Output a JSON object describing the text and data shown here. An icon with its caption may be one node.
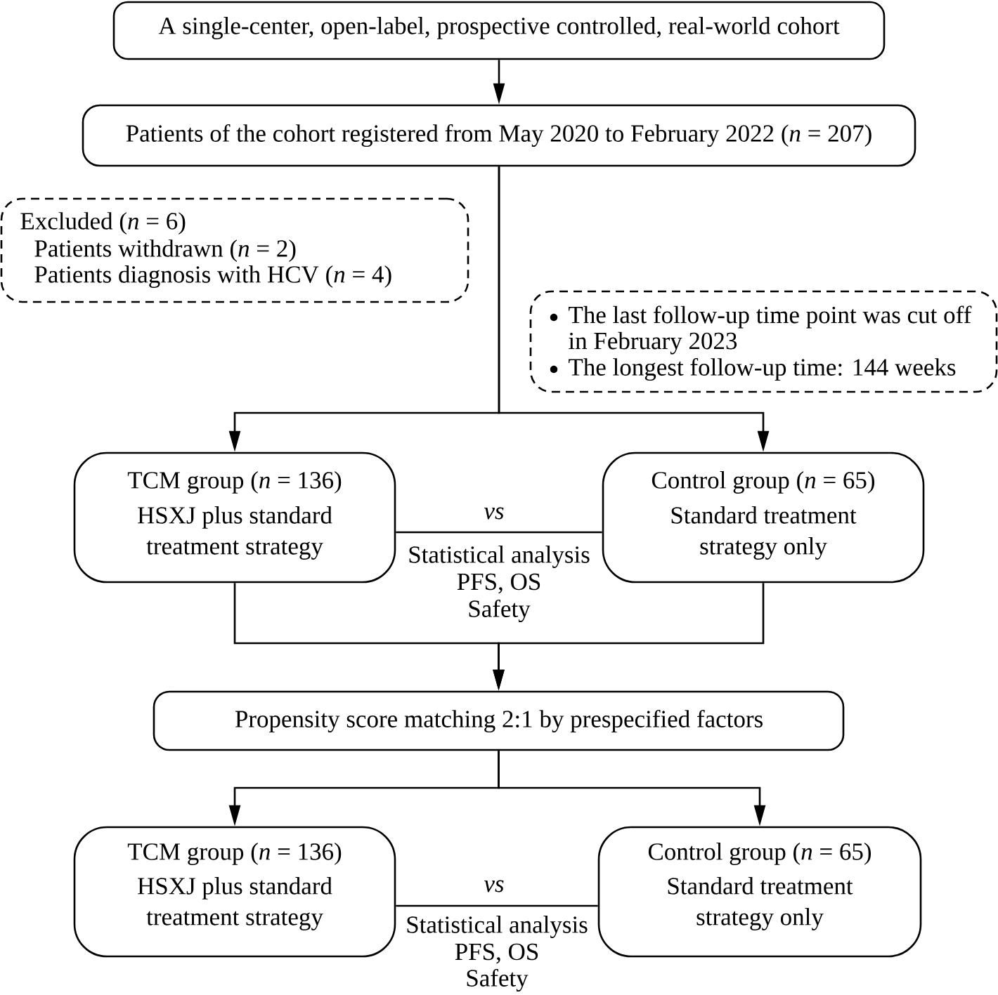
{
  "diagram": {
    "nodes": [
      {
        "text": [
          "A single-center, open-label, prospective controlled, real-world cohort"
        ]
      },
      {
        "text": [
          "Patients of the cohort registered from May 2020 to February 2022 (*n* = 207)"
        ]
      },
      {
        "text": [
          "Excluded (*n* = 6)",
          "Patients withdrawn (*n* = 2)",
          "Patients diagnosis with HCV (*n* = 4)"
        ]
      },
      {
        "text": [
          "The last follow-up time point was cut off in February 2023",
          "The longest follow-up time: 144 weeks"
        ]
      },
      {
        "text": [
          "TCM group (*n* = 136)",
          "HSXJ plus standard treatment strategy"
        ]
      },
      {
        "text": [
          "Control group (*n* = 65)",
          "Standard treatment strategy only"
        ]
      },
      {
        "text": [
          "Propensity score matching 2:1 by prespecified factors"
        ]
      },
      {
        "text": [
          "TCM group (*n* = 136)",
          "HSXJ plus standard treatment strategy"
        ]
      },
      {
        "text": [
          "Control group (*n* = 65)",
          "Standard treatment strategy only"
        ]
      }
    ],
    "edges": [
      {
        "from": 0,
        "to": 1,
        "arrow": "to"
      },
      {
        "from": 1,
        "to": 4,
        "arrow": "to"
      },
      {
        "from": 1,
        "to": 5,
        "arrow": "to"
      },
      {
        "from": 4,
        "to": 5,
        "arrow": "none",
        "label": "vs"
      },
      {
        "from": 4,
        "to": 6,
        "arrow": "to"
      },
      {
        "from": 5,
        "to": 6,
        "arrow": "to"
      },
      {
        "from": 6,
        "to": 7,
        "arrow": "to"
      },
      {
        "from": 6,
        "to": 8,
        "arrow": "to"
      },
      {
        "from": 7,
        "to": 8,
        "arrow": "none",
        "label": "vs"
      }
    ],
    "labels": [
      "Statistical analysis",
      "PFS, OS",
      "Safety",
      "Statistical analysis",
      "PFS, OS",
      "Safety"
    ]
  }
}
